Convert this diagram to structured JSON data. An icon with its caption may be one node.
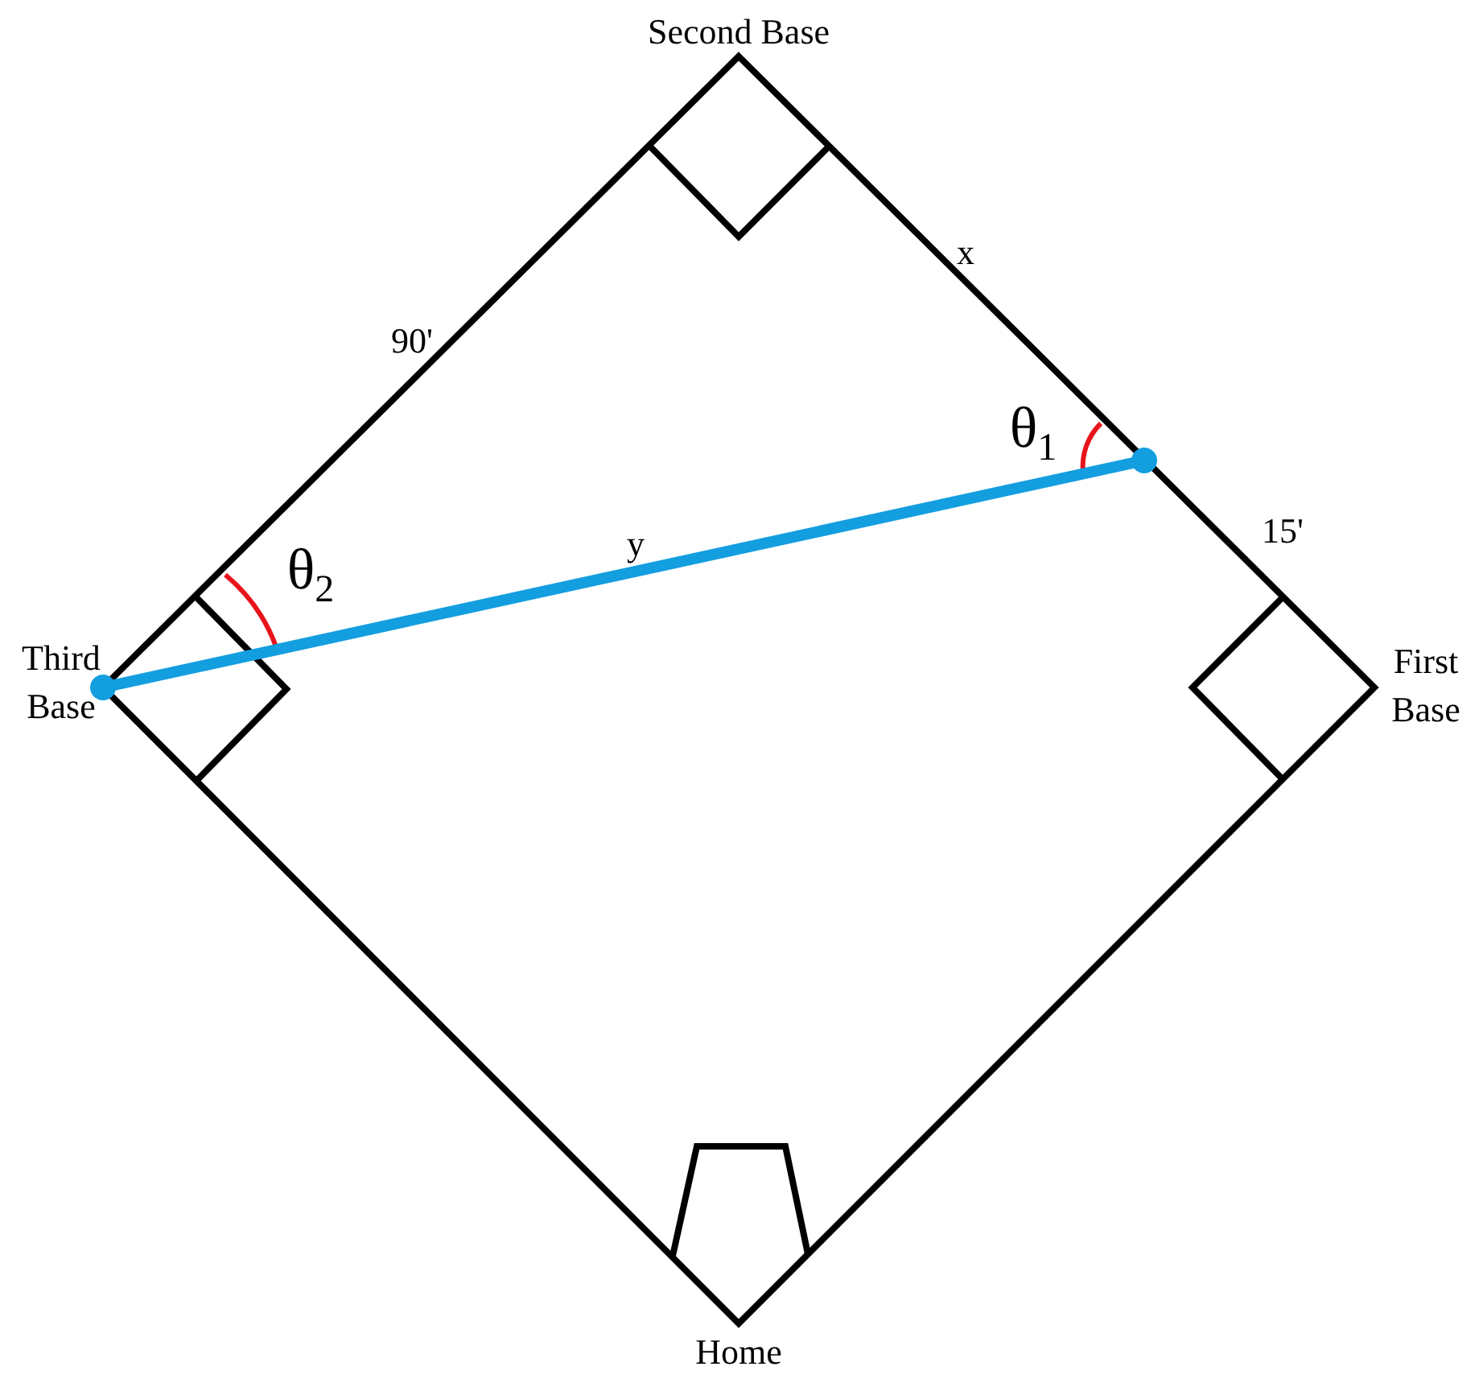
{
  "diagram": {
    "labels": [
      "Second Base",
      "x",
      "90'",
      "θ$_{1}$",
      "15'",
      "y",
      "θ$_{2}$",
      "Third Base",
      "First Base",
      "Home"
    ]
  }
}
